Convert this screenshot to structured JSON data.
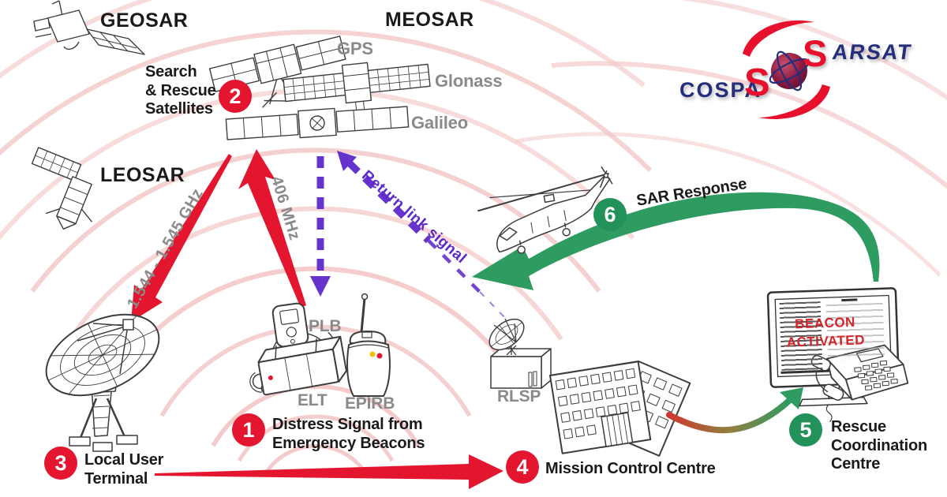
{
  "logo": {
    "cospas_prefix": "COSPA",
    "cospas_s": "S",
    "sarsat_s": "S",
    "sarsat_suffix": "ARSAT"
  },
  "satellites": {
    "geosar": "GEOSAR",
    "meosar": "MEOSAR",
    "leosar": "LEOSAR",
    "gps": "GPS",
    "glonass": "Glonass",
    "galileo": "Galileo"
  },
  "beacons": {
    "plb": "PLB",
    "elt": "ELT",
    "epirb": "EPIRB"
  },
  "ground": {
    "rlsp": "RLSP"
  },
  "signals": {
    "distress": "406 MHz",
    "downlink": "1.544 - 1.545 GHz",
    "return_link": "Return link signal"
  },
  "screen_alert": "BEACON\nACTIVATED",
  "steps": {
    "s1": {
      "num": "1",
      "label": "Distress Signal from\nEmergency Beacons"
    },
    "s2": {
      "num": "2",
      "label": "Search\n& Rescue\nSatellites"
    },
    "s3": {
      "num": "3",
      "label": "Local User\nTerminal"
    },
    "s4": {
      "num": "4",
      "label": "Mission Control Centre"
    },
    "s5": {
      "num": "5",
      "label": "Rescue\nCoordination\nCentre"
    },
    "s6": {
      "num": "6",
      "label": "SAR Response"
    }
  },
  "colors": {
    "red": "#E4152E",
    "green": "#23915A",
    "purple": "#6633CC",
    "navy": "#252E7B",
    "gray_label": "#8A8A8A",
    "pink_arc": "#F3C4C4",
    "alert_red": "#D4242C"
  }
}
